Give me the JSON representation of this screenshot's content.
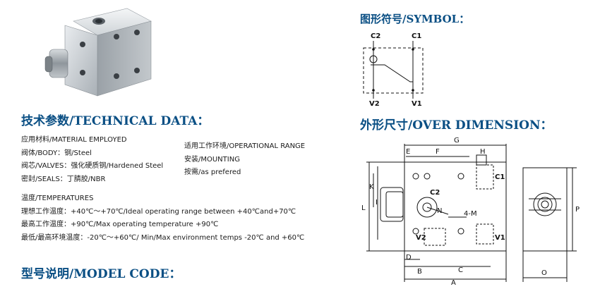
{
  "technical": {
    "heading": "技术参数/TECHNICAL DATA：",
    "material": "应用材料/MATERIAL EMPLOYED",
    "body": "阀体/BODY：钢/Steel",
    "valves": "阀芯/VALVES：强化硬质钢/Hardened Steel",
    "seals": "密封/SEALS：丁腈胶/NBR",
    "temperatures": "温度/TEMPERATURES",
    "ideal_temp": "理想工作温度：+40℃～+70℃/Ideal operating range between +40℃and+70℃",
    "max_temp": "最高工作温度：+90℃/Max operating temperature +90℃",
    "env_temp": "最低/最高环境温度：-20℃～+60℃/ Min/Max environment temps -20℃ and +60℃",
    "operational": "适用工作环境/OPERATIONAL RANGE",
    "mounting": "安装/MOUNTING",
    "mounting_value": "按需/as prefered"
  },
  "model_code": {
    "heading": "型号说明/MODEL CODE："
  },
  "symbol": {
    "heading": "图形符号/SYMBOL：",
    "ports": {
      "c2": "C2",
      "c1": "C1",
      "v2": "V2",
      "v1": "V1"
    }
  },
  "dimension": {
    "heading": "外形尺寸/OVER DIMENSION：",
    "labels": {
      "g": "G",
      "e": "E",
      "f": "F",
      "h": "H",
      "k": "K",
      "i": "I",
      "l": "L",
      "n": "N",
      "m": "4-M",
      "d": "D",
      "b": "B",
      "c": "C",
      "a": "A",
      "o": "O",
      "p": "P",
      "c1": "C1",
      "c2": "C2",
      "v1": "V1",
      "v2": "V2"
    }
  }
}
